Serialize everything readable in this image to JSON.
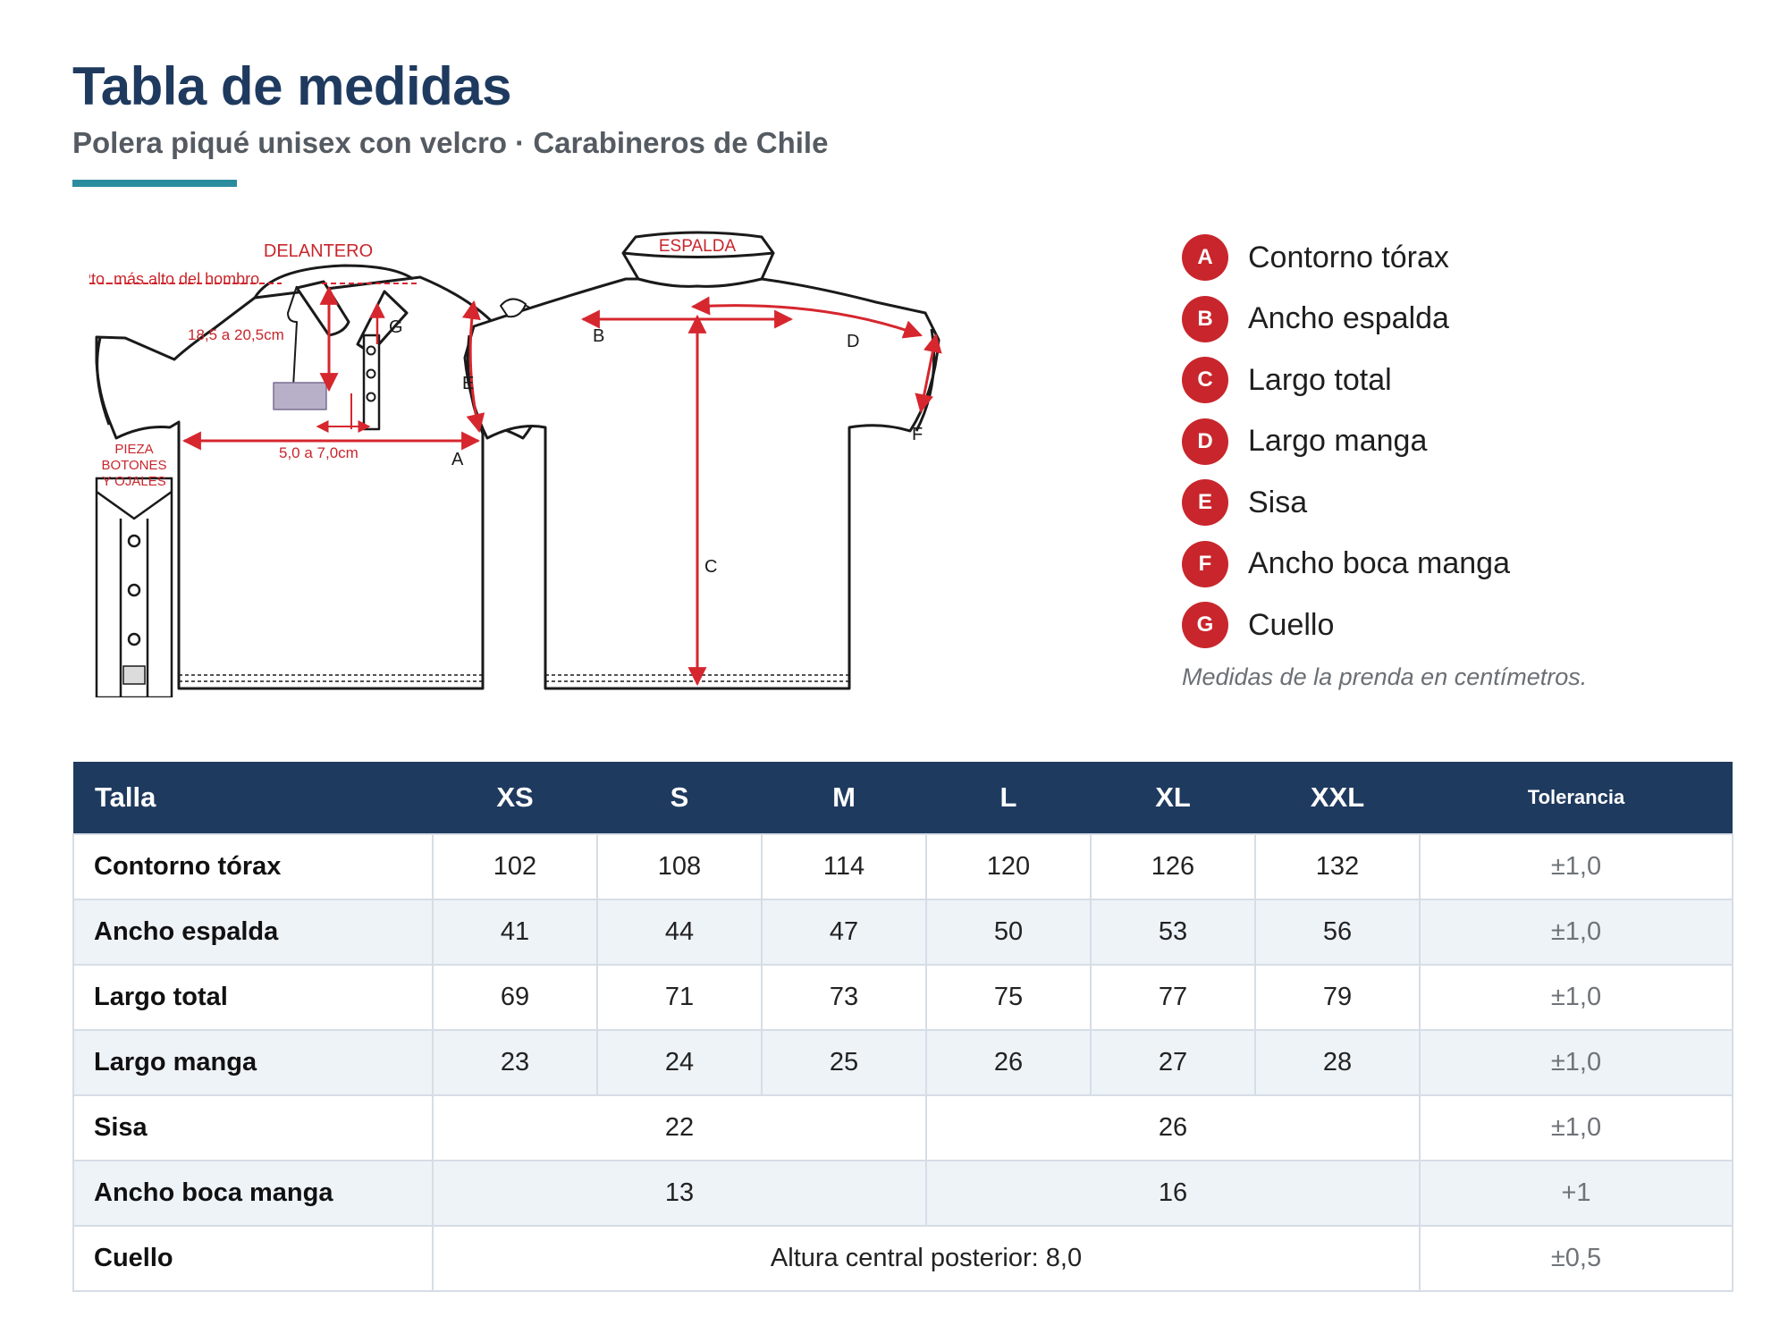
{
  "header": {
    "title": "Tabla de medidas",
    "subtitle": "Polera piqué unisex con velcro · Carabineros de Chile"
  },
  "diagram": {
    "front_label": "DELANTERO",
    "back_label": "ESPALDA",
    "shoulder_note": "Pto. más alto del hombro",
    "vertical_measure": "18,5 a 20,5cm",
    "horizontal_measure": "5,0 a 7,0cm",
    "piece_label_1": "PIEZA",
    "piece_label_2": "BOTONES",
    "piece_label_3": "Y OJALES",
    "letters": {
      "a": "A",
      "b": "B",
      "c": "C",
      "d": "D",
      "e": "E",
      "f": "F",
      "g": "G"
    }
  },
  "legend": {
    "items": [
      {
        "letter": "A",
        "label": "Contorno tórax"
      },
      {
        "letter": "B",
        "label": "Ancho espalda"
      },
      {
        "letter": "C",
        "label": "Largo total"
      },
      {
        "letter": "D",
        "label": "Largo manga"
      },
      {
        "letter": "E",
        "label": "Sisa"
      },
      {
        "letter": "F",
        "label": "Ancho boca manga"
      },
      {
        "letter": "G",
        "label": "Cuello"
      }
    ],
    "note": "Medidas de la prenda en centímetros."
  },
  "table": {
    "head": {
      "label": "Talla",
      "sizes": [
        "XS",
        "S",
        "M",
        "L",
        "XL",
        "XXL"
      ],
      "tolerance": "Tolerancia"
    },
    "rows": [
      {
        "label": "Contorno tórax",
        "values": [
          "102",
          "108",
          "114",
          "120",
          "126",
          "132"
        ],
        "tolerance": "±1,0"
      },
      {
        "label": "Ancho espalda",
        "values": [
          "41",
          "44",
          "47",
          "50",
          "53",
          "56"
        ],
        "tolerance": "±1,0"
      },
      {
        "label": "Largo total",
        "values": [
          "69",
          "71",
          "73",
          "75",
          "77",
          "79"
        ],
        "tolerance": "±1,0"
      },
      {
        "label": "Largo manga",
        "values": [
          "23",
          "24",
          "25",
          "26",
          "27",
          "28"
        ],
        "tolerance": "±1,0"
      },
      {
        "label": "Sisa",
        "values": [
          "22",
          "26"
        ],
        "tolerance": "±1,0"
      },
      {
        "label": "Ancho boca manga",
        "values": [
          "13",
          "16"
        ],
        "tolerance": "+1"
      },
      {
        "label": "Cuello",
        "values": [
          "Altura central posterior: 8,0"
        ],
        "tolerance": "±0,5"
      }
    ]
  },
  "colors": {
    "navy": "#1f3a5f",
    "accent": "#2b8c9e",
    "badge_red": "#c8262c",
    "measure_red": "#d6262e",
    "alt_row": "#eef3f8"
  }
}
